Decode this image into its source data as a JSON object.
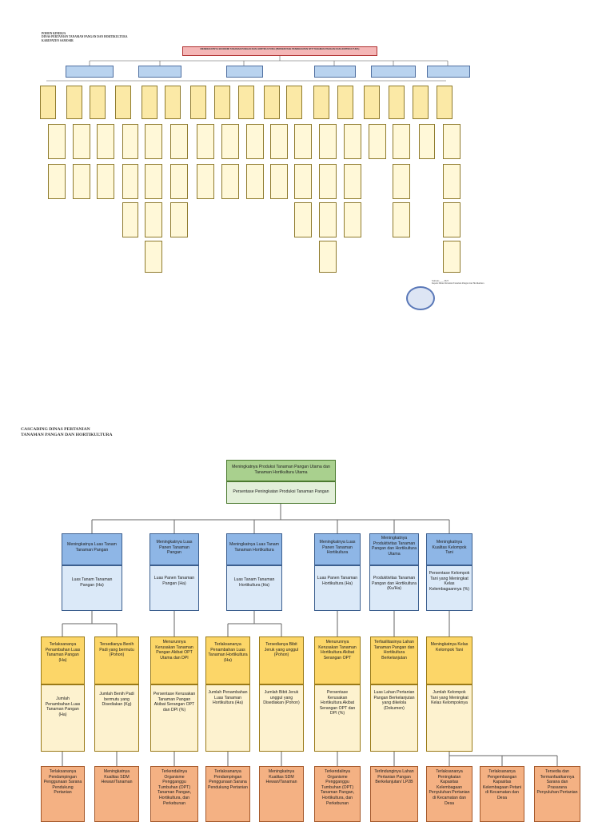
{
  "top": {
    "header": [
      "POHON KINERJA",
      "DINAS PERTANIAN TANAMAN PANGAN DAN HORTIKULTURA",
      "KABUPATEN SAMOSIR"
    ],
    "root": "MENINGKATNYA EKONOMI TANAMAN PANGAN DAN HORTIKULTURA (PERSENTASE PENINGKATAN NTP TANAMAN PANGAN DAN HORTIKULTURA)",
    "sign": [
      "Samosir, ___ 2023",
      "Kepala Dinas Pertanian Tanaman Pangan dan Hortikultura"
    ]
  },
  "bottom": {
    "header": [
      "CASCADING DINAS PERTANIAN",
      "TANAMAN PANGAN DAN HORTIKULTURA"
    ],
    "goal": "Meningkatnya Produksi Tanaman Pangan Utama dan Tanaman Hortikultura Utama",
    "goal_indicator": "Persentase Peningkatan Produksi Tanaman Pangan",
    "level2": [
      {
        "title": "Meningkatnya Luas Tanam Tanaman Pangan",
        "indicator": "Luas Tanam Tanaman Pangan (Ha)"
      },
      {
        "title": "Meningkatnya Luas Panen Tanaman Pangan",
        "indicator": "Luas Panen Tanaman Pangan (Ha)"
      },
      {
        "title": "Meningkatnya Luas Tanam Tanaman Hortikultura",
        "indicator": "Luas Tanam Tanaman Hortikultura (Ha)"
      },
      {
        "title": "Meningkatnya Luas Panen Tanaman Hortikultura",
        "indicator": "Luas Panen Tanaman Hortikultura (Ha)"
      },
      {
        "title": "Meningkatnya Produktivitas Tanaman Pangan dan Hortikultura Utama",
        "indicator": "Produktivitas Tanaman Pangan dan Hortikultura (Ku/Ha)"
      },
      {
        "title": "Meningkatnya Kualitas Kelompok Tani",
        "indicator": "Persentase Kelompok Tani yang Meningkat Kelas Kelembagaannya (%)"
      }
    ],
    "level3": [
      {
        "title": "Terlaksananya Penambahan Luas Tanaman Pangan (Ha)",
        "indicator": "Jumlah Penambahan Luas Tanaman Pangan (Ha)"
      },
      {
        "title": "Tersedianya Benih Padi yang bermutu (Pohon)",
        "indicator": "Jumlah Benih Padi bermutu yang Disediakan (Kg)"
      },
      {
        "title": "Menurunnya Kerusakan Tanaman Pangan Akibat OPT Utama dan DPI",
        "indicator": "Persentase Kerusakan Tanaman Pangan Akibat Serangan OPT dan DPI (%)"
      },
      {
        "title": "Terlaksananya Penambahan Luas Tanaman Hortikultura (Ha)",
        "indicator": "Jumlah Penambahan Luas Tanaman Hortikultura (Ha)"
      },
      {
        "title": "Tersedianya Bibit Jeruk yang unggul (Pohon)",
        "indicator": "Jumlah Bibit Jeruk unggul yang Disediakan (Pohon)"
      },
      {
        "title": "Menurunnya Kerusakan Tanaman Hortikultura Akibat Serangan OPT",
        "indicator": "Persentase Kerusakan Hortikultura Akibat Serangan OPT dan DPI (%)"
      },
      {
        "title": "Terfasilitasinya Lahan Tanaman Pangan dan Hortikultura Berkelanjutan",
        "indicator": "Luas Lahan Pertanian Pangan Berkelanjutan yang dikelola (Dokumen)"
      },
      {
        "title": "Meningkatnya Kelas Kelompok Tani",
        "indicator": "Jumlah Kelompok Tani yang Meningkat Kelas Kelompoknya"
      }
    ],
    "level4": [
      "Terlaksananya Pendampingan Penggunaan Sarana Pendukung Pertanian",
      "Meningkatnya Kualitas SDM Hewan/Tanaman",
      "Terkendalinya Organisme Pengganggu Tumbuhan (OPT) Tanaman Pangan, Hortikultura, dan Perkebunan",
      "Terlaksananya Pendampingan Penggunaan Sarana Pendukung Pertanian",
      "Meningkatnya Kualitas SDM Hewan/Tanaman",
      "Terkendalinya Organisme Pengganggu Tumbuhan (OPT) Tanaman Pangan, Hortikultura, dan Perkebunan",
      "Terlindunginya Lahan Pertanian Pangan Berkelanjutan/ LP2B",
      "Terlaksananya Peningkatan Kapasitas Kelembagaan Penyuluhan Pertanian di Kecamatan dan Desa",
      "Terlaksananya Pengembangan Kapasitas Kelembagaan Petani di Kecamatan dan Desa",
      "Tersedia dan Termanfaatkannya Sarana dan Prasarana Penyuluhan Pertanian"
    ]
  }
}
